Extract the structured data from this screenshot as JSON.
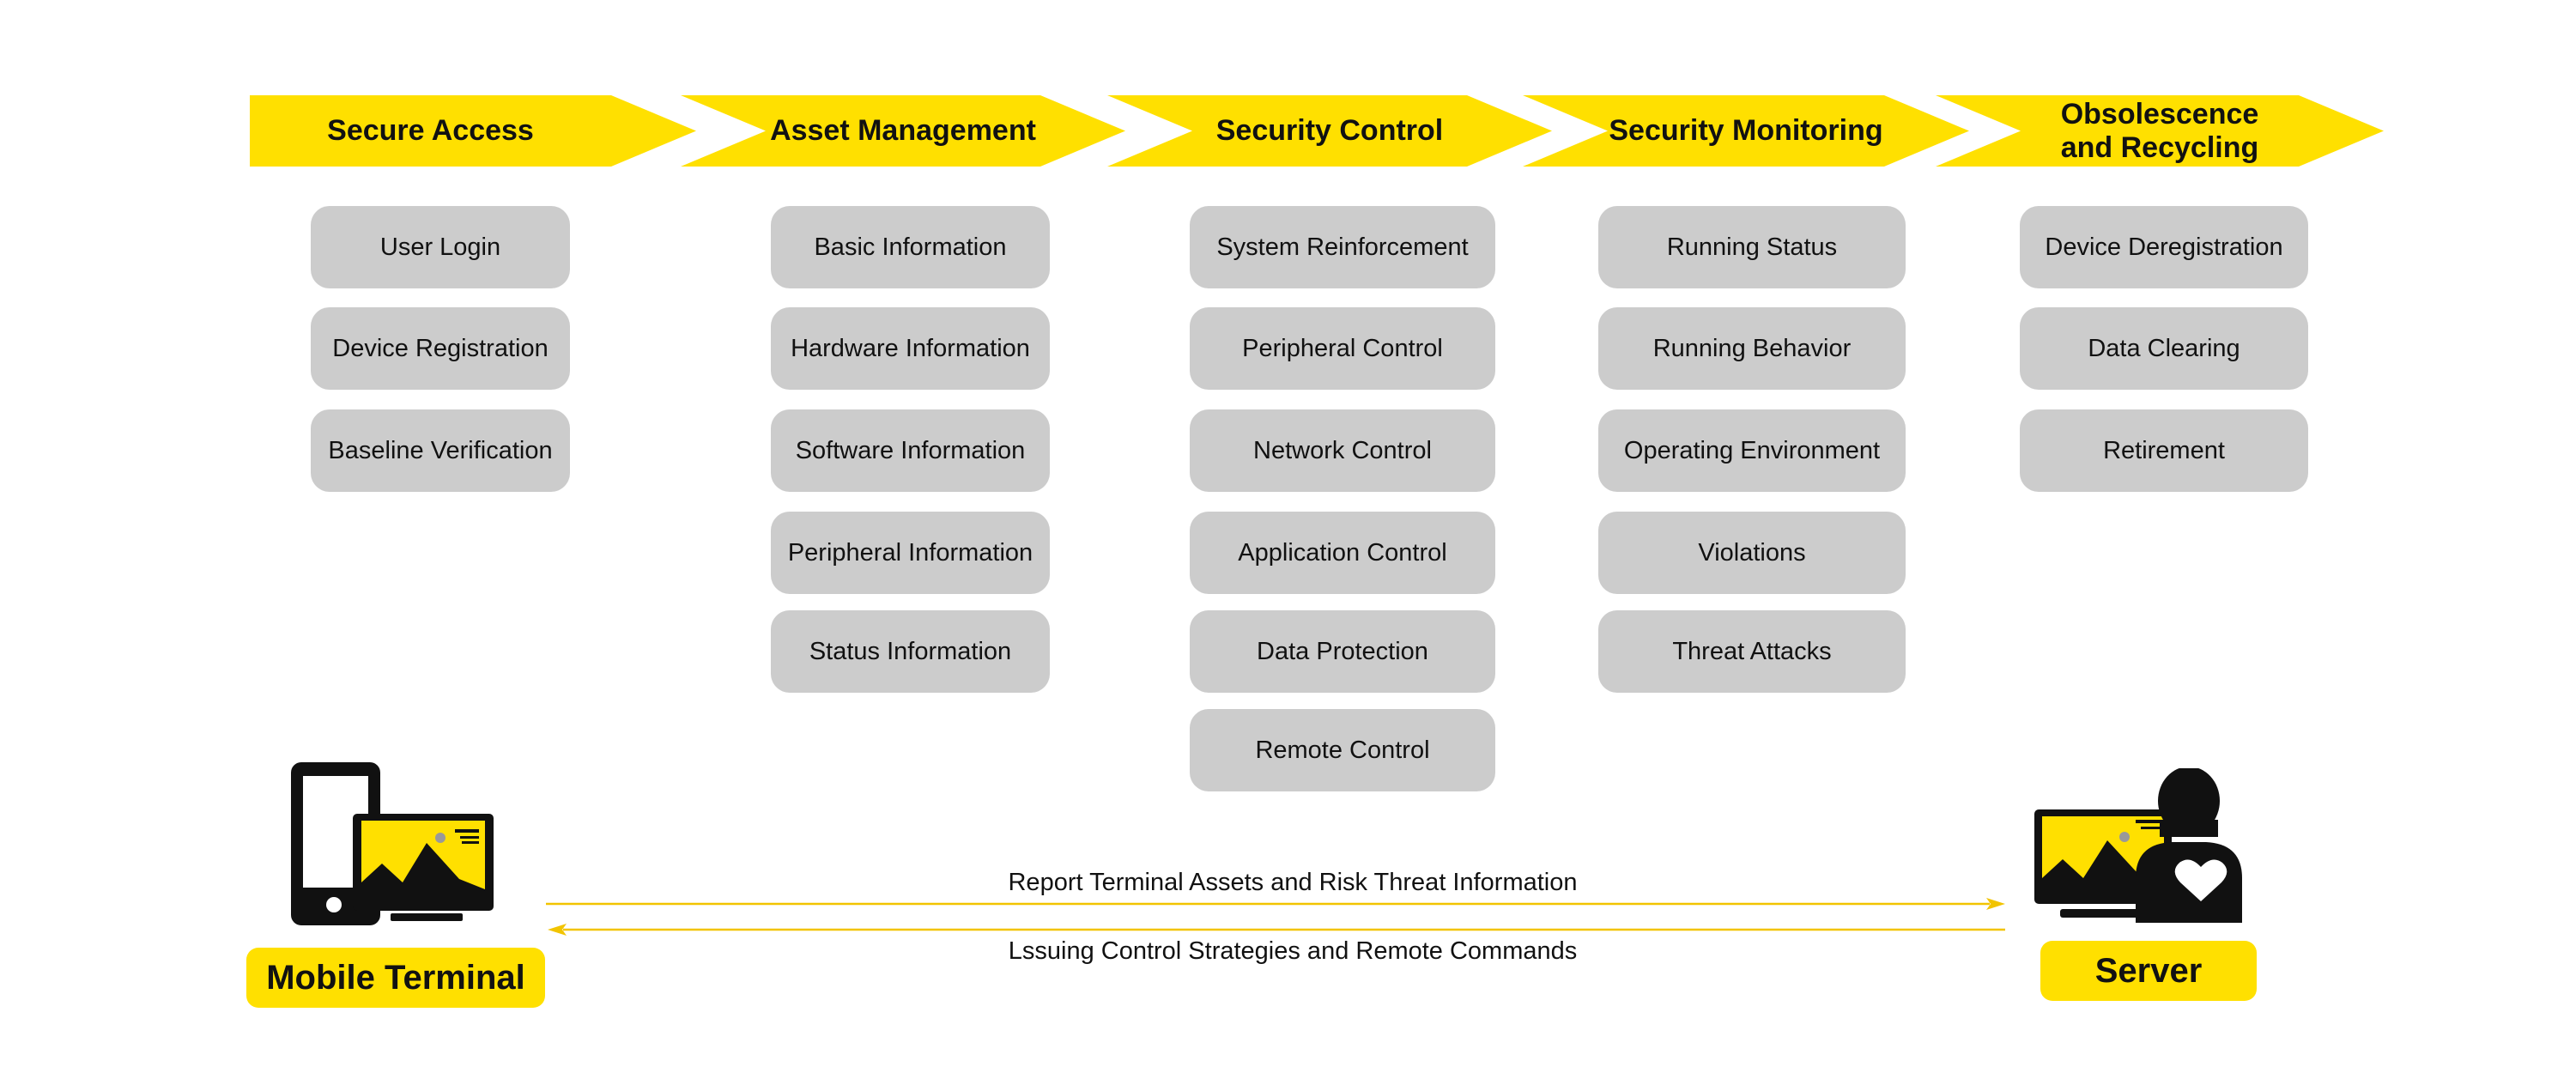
{
  "stages": [
    {
      "title": "Secure Access",
      "items": [
        "User Login",
        "Device Registration",
        "Baseline Verification"
      ]
    },
    {
      "title": "Asset Management",
      "items": [
        "Basic Information",
        "Hardware Information",
        "Software Information",
        "Peripheral Information",
        "Status Information"
      ]
    },
    {
      "title": "Security Control",
      "items": [
        "System Reinforcement",
        "Peripheral Control",
        "Network Control",
        "Application Control",
        "Data Protection",
        "Remote Control"
      ]
    },
    {
      "title": "Security Monitoring",
      "items": [
        "Running Status",
        "Running Behavior",
        "Operating Environment",
        "Violations",
        "Threat Attacks"
      ]
    },
    {
      "title": "Obsolescence\nand Recycling",
      "items": [
        "Device Deregistration",
        "Data Clearing",
        "Retirement"
      ]
    }
  ],
  "endpoints": {
    "terminal": {
      "label": "Mobile Terminal",
      "icon": "mobile-terminal-icon"
    },
    "server": {
      "label": "Server",
      "icon": "server-admin-icon"
    }
  },
  "flows": {
    "upstream": "Report Terminal Assets and Risk Threat Information",
    "downstream": "Lssuing Control Strategies and Remote Commands"
  },
  "colors": {
    "accent": "#ffe000",
    "box": "#cccccc",
    "line": "#f2c400",
    "ink": "#111111"
  }
}
